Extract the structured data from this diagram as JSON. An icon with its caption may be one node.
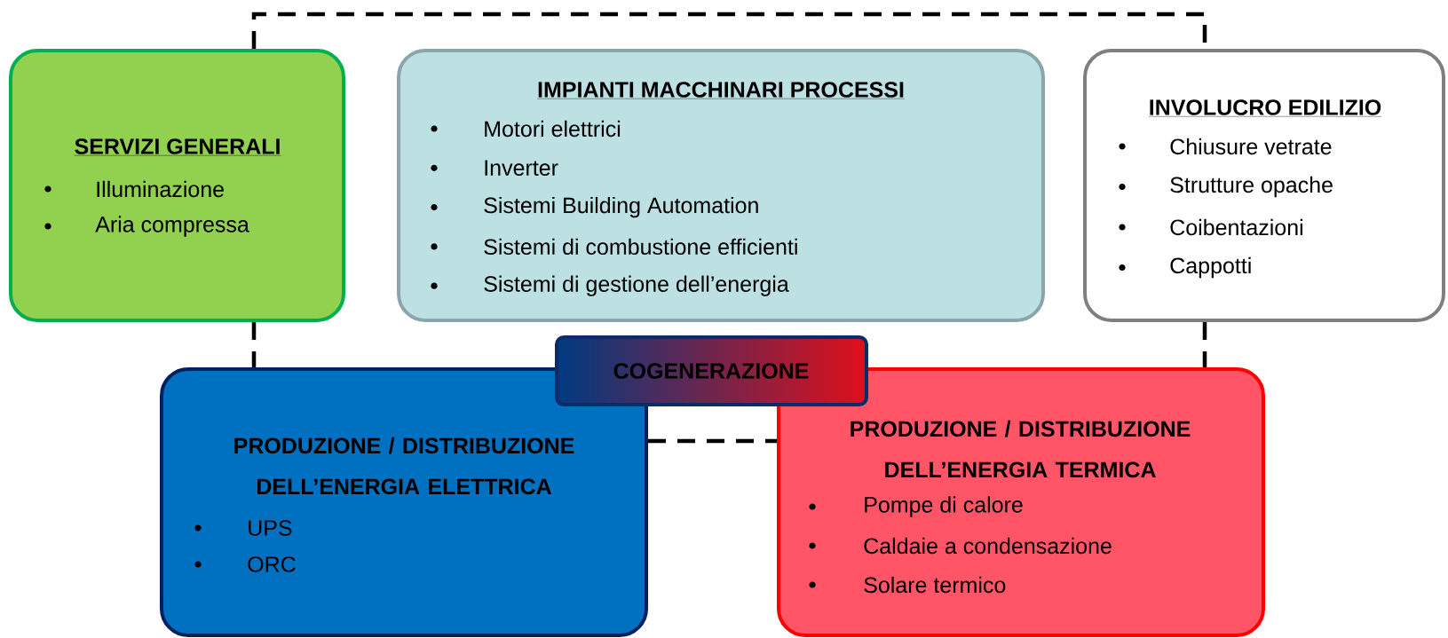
{
  "diagram": {
    "nodes": [
      {
        "text": [
          "SERVIZI GENERALI",
          "Illuminazione",
          "Aria compressa"
        ]
      },
      {
        "text": [
          "IMPIANTI MACCHINARI PROCESSI",
          "Motori elettrici",
          "Inverter",
          "Sistemi Building Automation",
          "Sistemi di combustione efficienti",
          "Sistemi di gestione dell’energia"
        ]
      },
      {
        "text": [
          "INVOLUCRO EDILIZIO",
          "Chiusure vetrate",
          "Strutture opache",
          "Coibentazioni",
          "Cappotti"
        ]
      },
      {
        "text": [
          "COGENERAZIONE"
        ]
      },
      {
        "text": [
          "PRODUZIONE / DISTRIBUZIONE DELL’ENERGIA ELETTRICA",
          "UPS",
          "ORC"
        ]
      },
      {
        "text": [
          "PRODUZIONE / DISTRIBUZIONE DELL’ENERGIA TERMICA",
          "Pompe di calore",
          "Caldaie a condensazione",
          "Solare termico"
        ]
      }
    ],
    "edges": [
      {
        "from": 0,
        "to": 2,
        "arrow": "none",
        "style": "dashed"
      },
      {
        "from": 2,
        "to": 5,
        "arrow": "none",
        "style": "dashed"
      },
      {
        "from": 4,
        "to": 5,
        "arrow": "none",
        "style": "dashed"
      },
      {
        "from": 0,
        "to": 4,
        "arrow": "none",
        "style": "dashed"
      }
    ]
  }
}
